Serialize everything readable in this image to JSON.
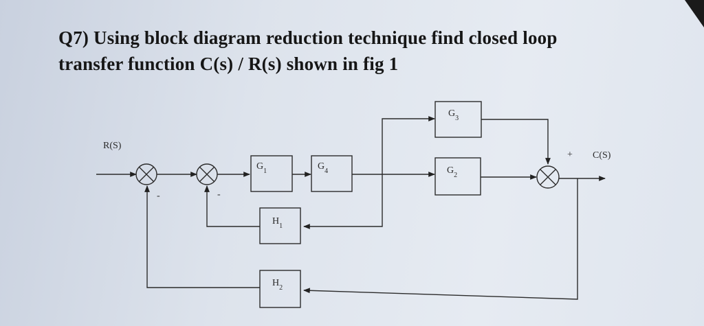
{
  "question": {
    "line1": "Q7) Using block diagram reduction technique find closed loop",
    "line2": "transfer function C(s) / R(s) shown in fig 1"
  },
  "diagram": {
    "input_label": "R(S)",
    "output_label": "C(S)",
    "blocks": {
      "g1": "G1",
      "g4": "G4",
      "g2": "G2",
      "g3": "G3",
      "h1": "H1",
      "h2": "H2"
    },
    "signs": {
      "sum1_feedback": "-",
      "sum2_feedback": "-",
      "sum3_top": "+"
    }
  }
}
